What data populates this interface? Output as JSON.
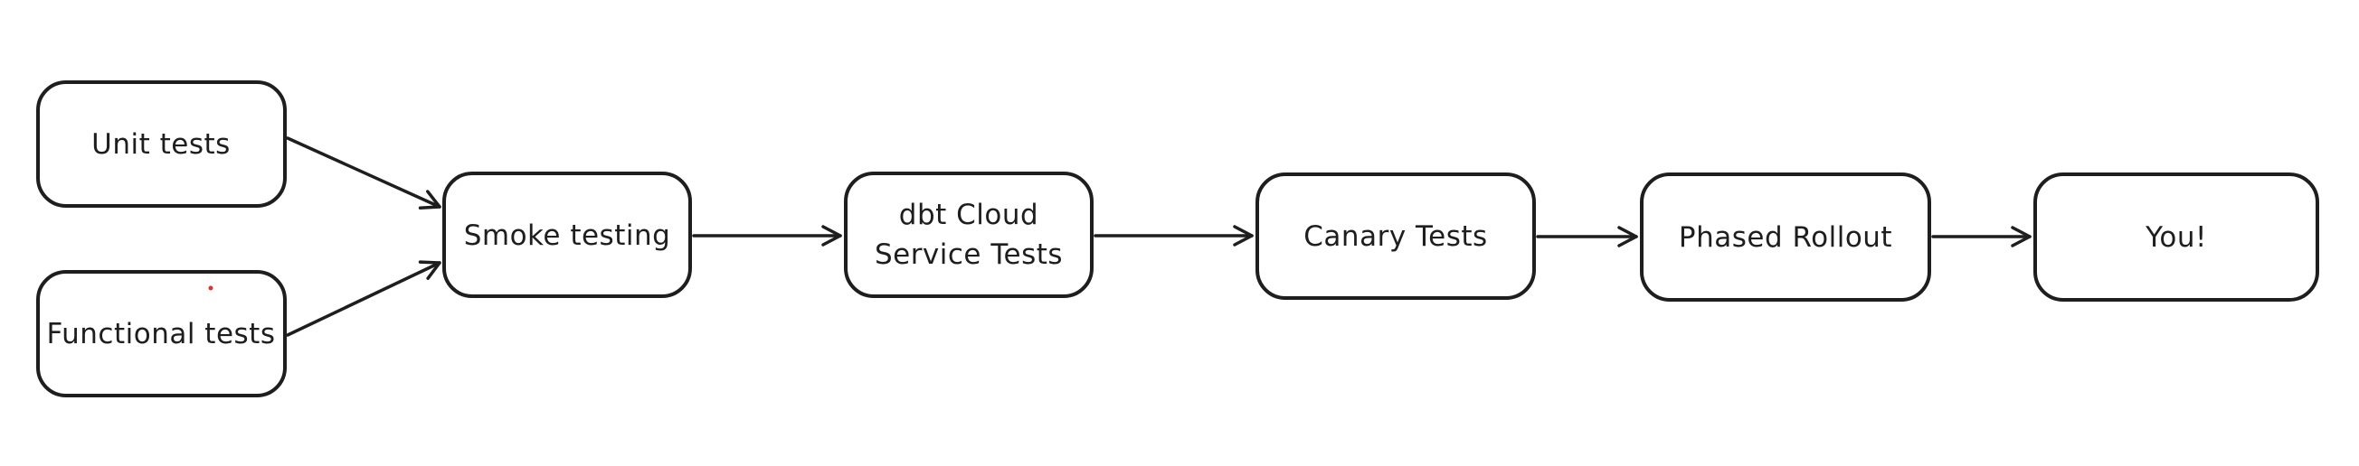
{
  "diagram": {
    "type": "flowchart",
    "style": "hand-drawn",
    "background_color": "#ffffff",
    "stroke_color": "#1e1e1e",
    "text_color": "#1e1e1e",
    "node_fill_color": "#ffffff",
    "artifact_dot_color": "#e03131",
    "nodes": [
      {
        "id": "unit-tests",
        "label": "Unit tests"
      },
      {
        "id": "functional-tests",
        "label": "Functional tests"
      },
      {
        "id": "smoke-testing",
        "label": "Smoke testing"
      },
      {
        "id": "dbt-cloud-service-tests",
        "label": "dbt Cloud Service Tests",
        "label_line1": "dbt Cloud",
        "label_line2": "Service Tests"
      },
      {
        "id": "canary-tests",
        "label": "Canary Tests"
      },
      {
        "id": "phased-rollout",
        "label": "Phased Rollout"
      },
      {
        "id": "you",
        "label": "You!"
      }
    ],
    "edges": [
      {
        "from": "unit-tests",
        "to": "smoke-testing"
      },
      {
        "from": "functional-tests",
        "to": "smoke-testing"
      },
      {
        "from": "smoke-testing",
        "to": "dbt-cloud-service-tests"
      },
      {
        "from": "dbt-cloud-service-tests",
        "to": "canary-tests"
      },
      {
        "from": "canary-tests",
        "to": "phased-rollout"
      },
      {
        "from": "phased-rollout",
        "to": "you"
      }
    ]
  }
}
